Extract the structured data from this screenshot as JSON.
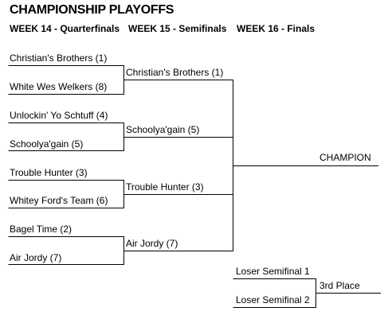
{
  "title": "CHAMPIONSHIP PLAYOFFS",
  "weeks": {
    "quarterfinals": "WEEK 14 - Quarterfinals",
    "semifinals": "WEEK 15 - Semifinals",
    "finals": "WEEK 16 - Finals"
  },
  "quarterfinals": [
    "Christian's Brothers (1)",
    "White Wes Welkers (8)",
    "Unlockin' Yo Schtuff (4)",
    "Schoolya'gain (5)",
    "Trouble Hunter (3)",
    "Whitey Ford's Team (6)",
    "Bagel Time (2)",
    "Air Jordy (7)"
  ],
  "semifinals": [
    "Christian's Brothers (1)",
    "Schoolya'gain (5)",
    "Trouble Hunter (3)",
    "Air Jordy (7)"
  ],
  "champion": "CHAMPION",
  "third_place": {
    "slots": [
      "Loser Semifinal 1",
      "Loser Semifinal 2"
    ],
    "label": "3rd Place"
  }
}
